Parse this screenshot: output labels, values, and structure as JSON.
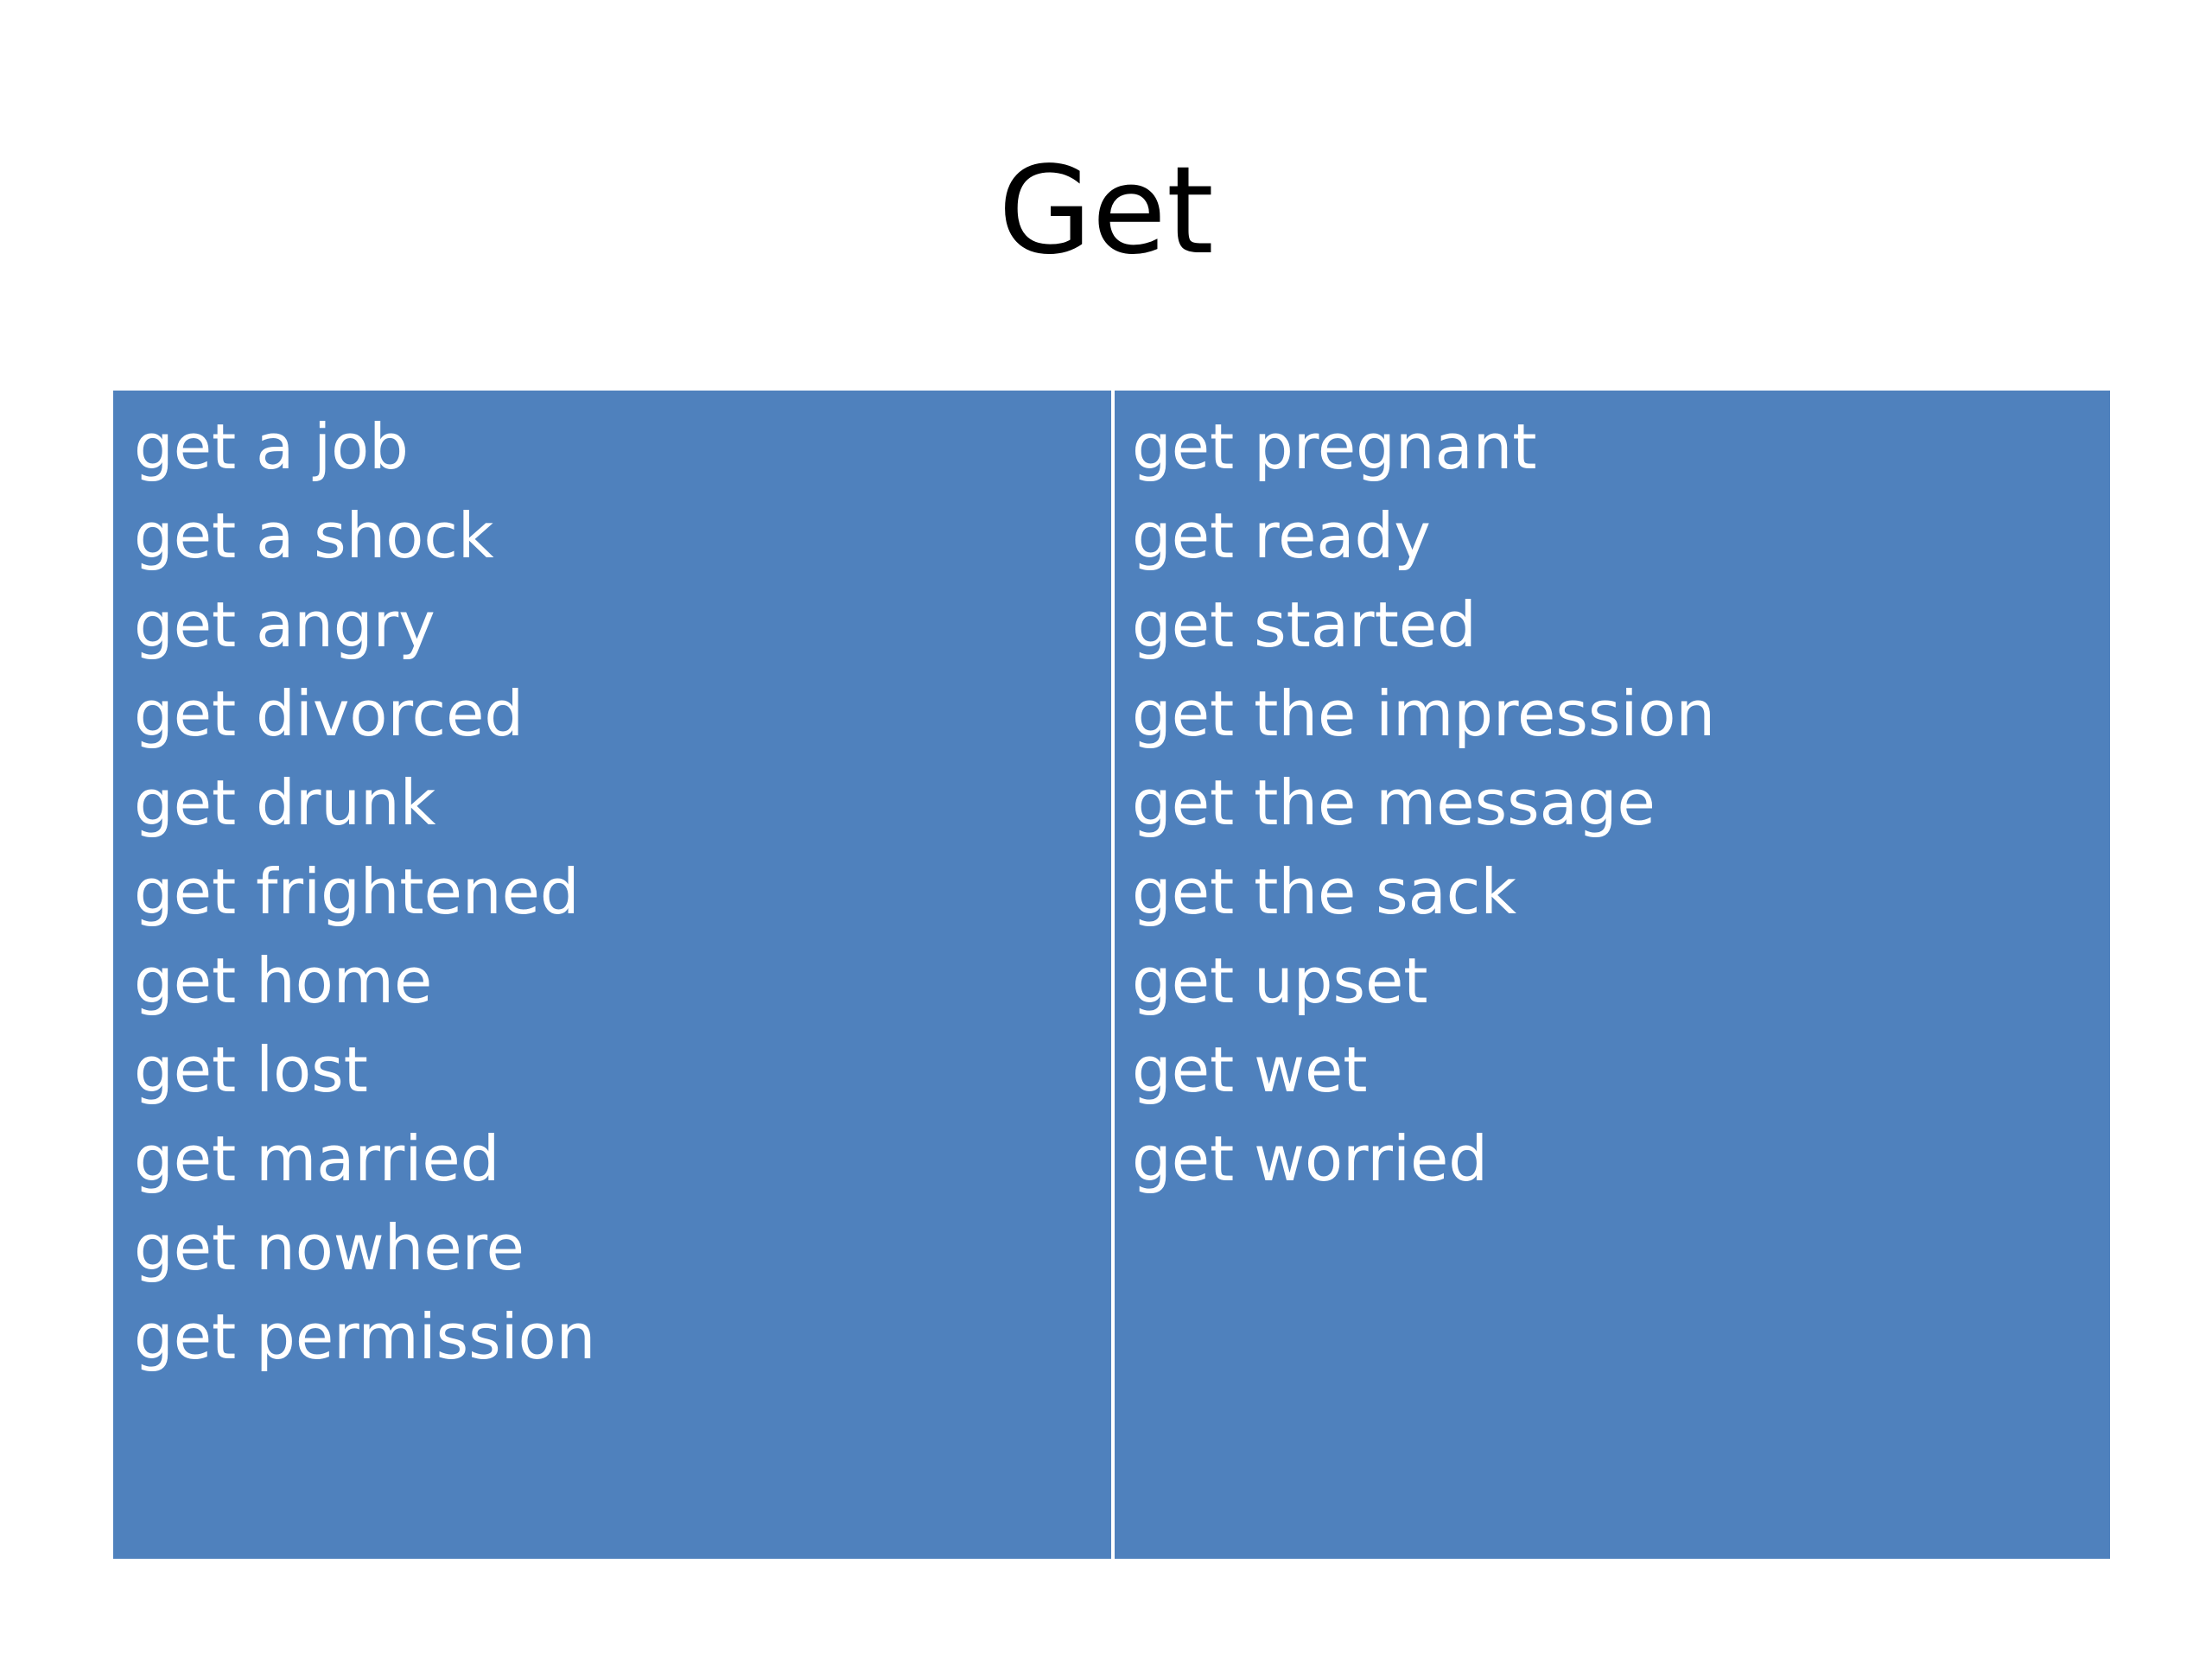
{
  "slide": {
    "title": "Get",
    "colors": {
      "background": "#ffffff",
      "table_fill": "#4f81bd",
      "table_text": "#ffffff",
      "title_text": "#000000"
    },
    "left_column": [
      "get a job",
      "get a shock",
      "get angry",
      "get divorced",
      "get drunk",
      "get frightened",
      "get home",
      "get lost",
      "get married",
      "get nowhere",
      "get permission"
    ],
    "right_column": [
      "get pregnant",
      "get ready",
      "get started",
      "get the impression",
      "get the message",
      "get the sack",
      "get upset",
      "get wet",
      "get worried"
    ]
  }
}
